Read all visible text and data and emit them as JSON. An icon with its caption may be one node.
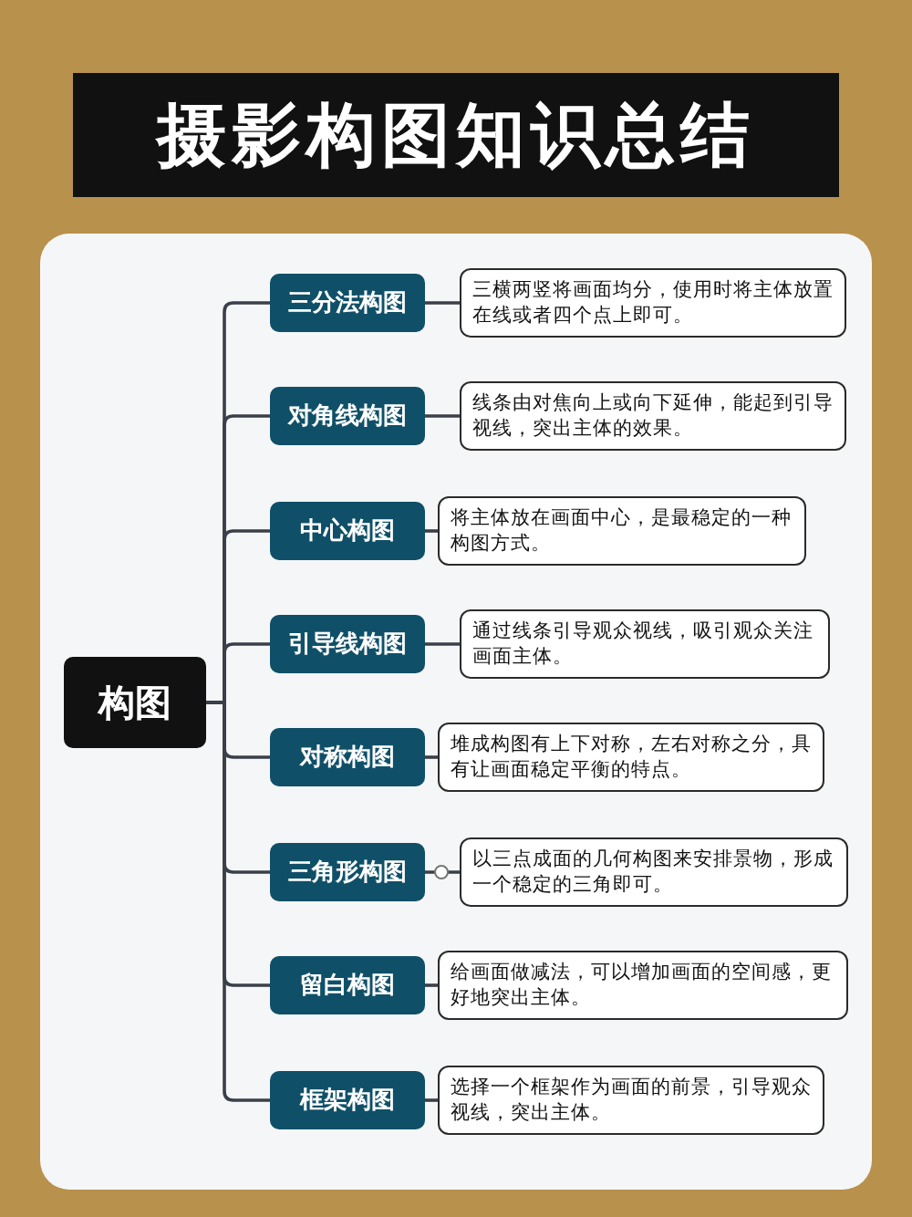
{
  "diagram": {
    "title": "摄影构图知识总结",
    "nodes": [
      {
        "text": [
          "构图"
        ]
      },
      {
        "text": [
          "三分法构图"
        ]
      },
      {
        "text": [
          "三横两竖将画面均分，使用时将主体放置在线或者四个点上即可。"
        ]
      },
      {
        "text": [
          "对角线构图"
        ]
      },
      {
        "text": [
          "线条由对焦向上或向下延伸，能起到引导视线，突出主体的效果。"
        ]
      },
      {
        "text": [
          "中心构图"
        ]
      },
      {
        "text": [
          "将主体放在画面中心，是最稳定的一种构图方式。"
        ]
      },
      {
        "text": [
          "引导线构图"
        ]
      },
      {
        "text": [
          "通过线条引导观众视线，吸引观众关注画面主体。"
        ]
      },
      {
        "text": [
          "对称构图"
        ]
      },
      {
        "text": [
          "堆成构图有上下对称，左右对称之分，具有让画面稳定平衡的特点。"
        ]
      },
      {
        "text": [
          "三角形构图"
        ]
      },
      {
        "text": [
          "以三点成面的几何构图来安排景物，形成一个稳定的三角即可。"
        ]
      },
      {
        "text": [
          "留白构图"
        ]
      },
      {
        "text": [
          "给画面做减法，可以增加画面的空间感，更好地突出主体。"
        ]
      },
      {
        "text": [
          "框架构图"
        ]
      },
      {
        "text": [
          "选择一个框架作为画面的前景，引导观众视线，突出主体。"
        ]
      }
    ],
    "edges": [
      {
        "from": 0,
        "to": 1,
        "arrow": "none"
      },
      {
        "from": 0,
        "to": 3,
        "arrow": "none"
      },
      {
        "from": 0,
        "to": 5,
        "arrow": "none"
      },
      {
        "from": 0,
        "to": 7,
        "arrow": "none"
      },
      {
        "from": 0,
        "to": 9,
        "arrow": "none"
      },
      {
        "from": 0,
        "to": 11,
        "arrow": "none"
      },
      {
        "from": 0,
        "to": 13,
        "arrow": "none"
      },
      {
        "from": 0,
        "to": 15,
        "arrow": "none"
      },
      {
        "from": 1,
        "to": 2,
        "arrow": "none"
      },
      {
        "from": 3,
        "to": 4,
        "arrow": "none"
      },
      {
        "from": 5,
        "to": 6,
        "arrow": "none"
      },
      {
        "from": 7,
        "to": 8,
        "arrow": "none"
      },
      {
        "from": 9,
        "to": 10,
        "arrow": "none"
      },
      {
        "from": 11,
        "to": 12,
        "arrow": "none"
      },
      {
        "from": 13,
        "to": 14,
        "arrow": "none"
      },
      {
        "from": 15,
        "to": 16,
        "arrow": "none"
      }
    ]
  }
}
